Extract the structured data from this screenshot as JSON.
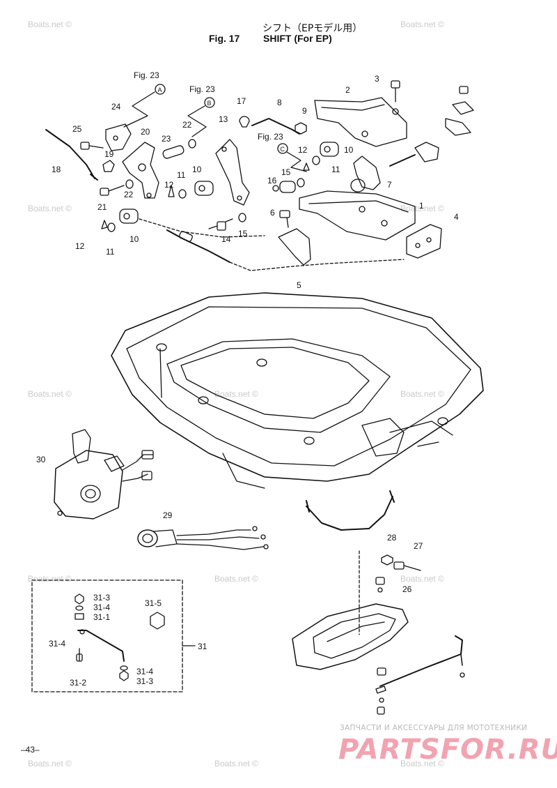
{
  "header": {
    "title_jp": "シフト（EPモデル用）",
    "fig_number": "Fig. 17",
    "title_en": "SHIFT (For EP)"
  },
  "refs": {
    "fig23_a": "Fig. 23",
    "fig23_b": "Fig. 23",
    "fig23_c": "Fig. 23",
    "circle_a": "A",
    "circle_b": "B",
    "circle_c": "C"
  },
  "watermark": "Boats.net ©",
  "page_number": "–43–",
  "brand": {
    "subtitle": "ЗАПЧАСТИ И АКСЕССУАРЫ ДЛЯ МОТОТЕХНИКИ",
    "name": "PARTSFOR.RU"
  },
  "part_labels": {
    "l1": "1",
    "l2": "2",
    "l3": "3",
    "l4": "4",
    "l5": "5",
    "l6": "6",
    "l7": "7",
    "l8": "8",
    "l9": "9",
    "l10a": "10",
    "l10b": "10",
    "l10c": "10",
    "l11a": "11",
    "l11b": "11",
    "l11c": "11",
    "l12a": "12",
    "l12b": "12",
    "l12c": "12",
    "l13": "13",
    "l14": "14",
    "l15a": "15",
    "l15b": "15",
    "l16": "16",
    "l17": "17",
    "l18": "18",
    "l19": "19",
    "l20": "20",
    "l21": "21",
    "l22a": "22",
    "l22b": "22",
    "l23": "23",
    "l24": "24",
    "l25": "25",
    "l26": "26",
    "l27": "27",
    "l28": "28",
    "l29": "29",
    "l30": "30",
    "l31": "31",
    "l31_3a": "31-3",
    "l31_4a": "31-4",
    "l31_1": "31-1",
    "l31_5": "31-5",
    "l31_4b": "31-4",
    "l31_2": "31-2",
    "l31_4c": "31-4",
    "l31_3b": "31-3"
  }
}
